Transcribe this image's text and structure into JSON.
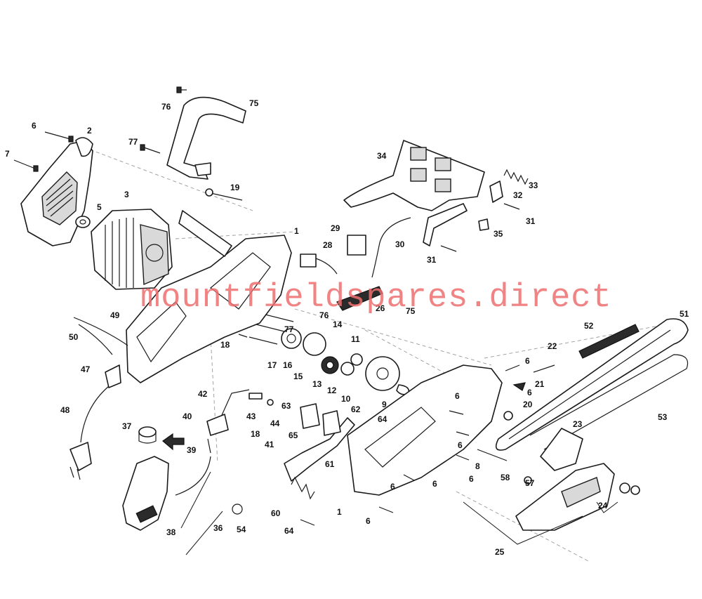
{
  "watermark": "mountfieldspares.direct",
  "labels": [
    "1",
    "1",
    "2",
    "3",
    "5",
    "6",
    "6",
    "6",
    "6",
    "6",
    "6",
    "6",
    "6",
    "6",
    "7",
    "8",
    "9",
    "10",
    "11",
    "12",
    "13",
    "14",
    "15",
    "16",
    "17",
    "18",
    "18",
    "19",
    "20",
    "21",
    "22",
    "23",
    "24",
    "25",
    "26",
    "28",
    "29",
    "30",
    "31",
    "31",
    "32",
    "33",
    "34",
    "35",
    "36",
    "37",
    "38",
    "39",
    "40",
    "41",
    "42",
    "43",
    "44",
    "47",
    "48",
    "49",
    "50",
    "51",
    "52",
    "53",
    "54",
    "57",
    "58",
    "60",
    "61",
    "62",
    "63",
    "64",
    "64",
    "65",
    "75",
    "75",
    "76",
    "76",
    "77",
    "77"
  ],
  "colors": {
    "line": "#1a1a1a",
    "fill": "#ffffff",
    "watermark": "#ee6e6e"
  }
}
